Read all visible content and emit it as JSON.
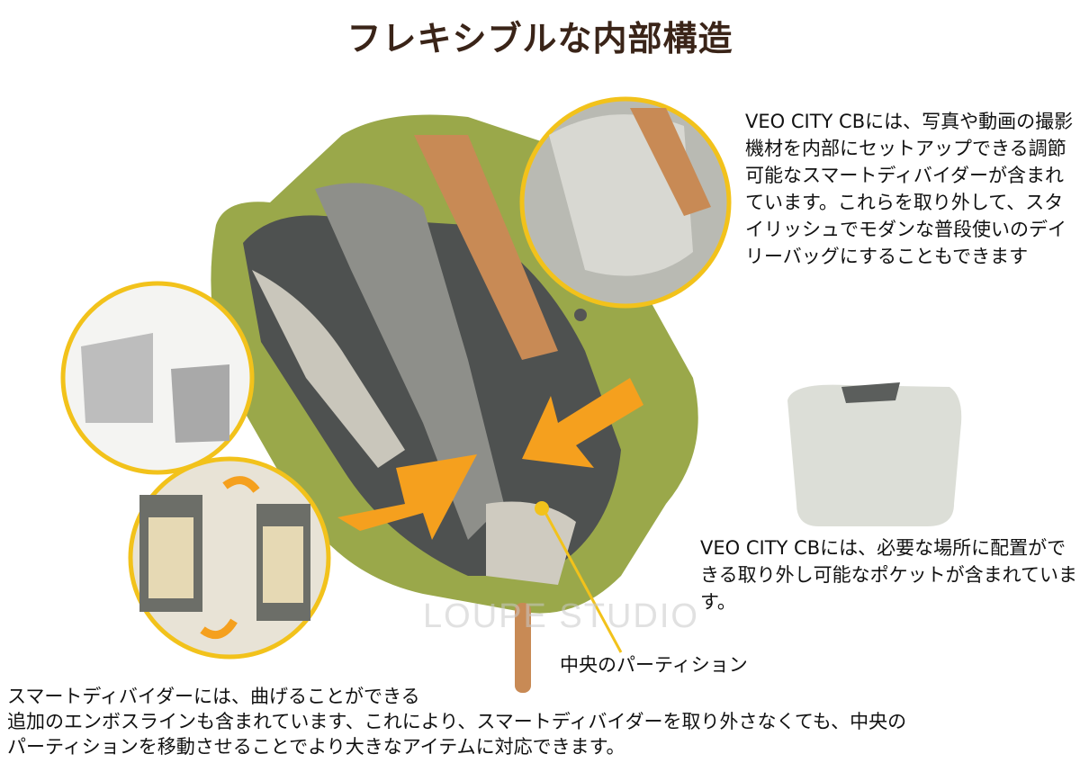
{
  "title": "フレキシブルな内部構造",
  "descriptions": {
    "dividers": "VEO CITY CBには、写真や動画の撮影機材を内部にセットアップできる調節可能なスマートディバイダーが含まれています。これらを取り外して、スタイリッシュでモダンな普段使いのデイリーバッグにすることもできます",
    "pocket": "VEO CITY CBには、必要な場所に配置ができる取り外し可能なポケットが含まれています。",
    "partition_label": "中央のパーティション",
    "bottom_line1": "スマートディバイダーには、曲げることができる",
    "bottom_line2": "追加のエンボスラインも含まれています、これにより、スマートディバイダーを取り外さなくても、中央の",
    "bottom_line3": "パーティションを移動させることでより大きなアイテムに対応できます。"
  },
  "watermark": "LOUPE STUDIO",
  "colors": {
    "title": "#3a2418",
    "accent_orange": "#f5a01e",
    "circle_border": "#f2c21b",
    "bag_green": "#9aa84a",
    "leather": "#c88a55"
  }
}
